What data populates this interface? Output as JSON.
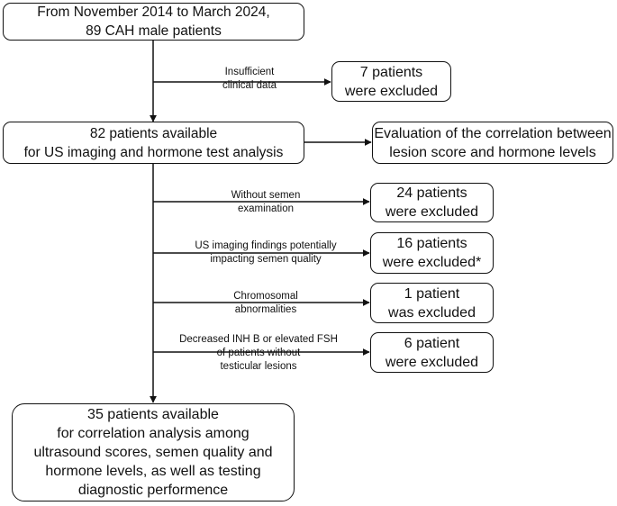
{
  "boxes": {
    "start": {
      "line1": "From November 2014 to March 2024,",
      "line2": "89 CAH male patients"
    },
    "excluded_clinical": {
      "line1": "7 patients",
      "line2": "were excluded"
    },
    "available_82": {
      "line1": "82 patients available",
      "line2": "for US imaging and hormone test analysis"
    },
    "correlation_eval": {
      "line1": "Evaluation of the correlation between",
      "line2": "lesion score and hormone levels"
    },
    "excluded_semen": {
      "line1": "24 patients",
      "line2": "were excluded"
    },
    "excluded_us": {
      "line1": "16 patients",
      "line2": "were excluded*"
    },
    "excluded_chromosomal": {
      "line1": "1 patient",
      "line2": "was excluded"
    },
    "excluded_hormone": {
      "line1": "6 patient",
      "line2": "were excluded"
    },
    "final": {
      "line1": "35 patients available",
      "line2": "for correlation analysis among",
      "line3": "ultrasound scores, semen quality and",
      "line4": "hormone levels, as well as testing",
      "line5": "diagnostic performence"
    }
  },
  "labels": {
    "insufficient": {
      "line1": "Insufficient",
      "line2": "clinical data"
    },
    "no_semen": {
      "line1": "Without semen",
      "line2": "examination"
    },
    "us_findings": {
      "line1": "US imaging findings potentially",
      "line2": "impacting semen quality"
    },
    "chromosomal": {
      "line1": "Chromosomal",
      "line2": "abnormalities"
    },
    "hormone": {
      "line1": "Decreased INH B or elevated FSH",
      "line2": "of patients without",
      "line3": "testicular lesions"
    }
  }
}
